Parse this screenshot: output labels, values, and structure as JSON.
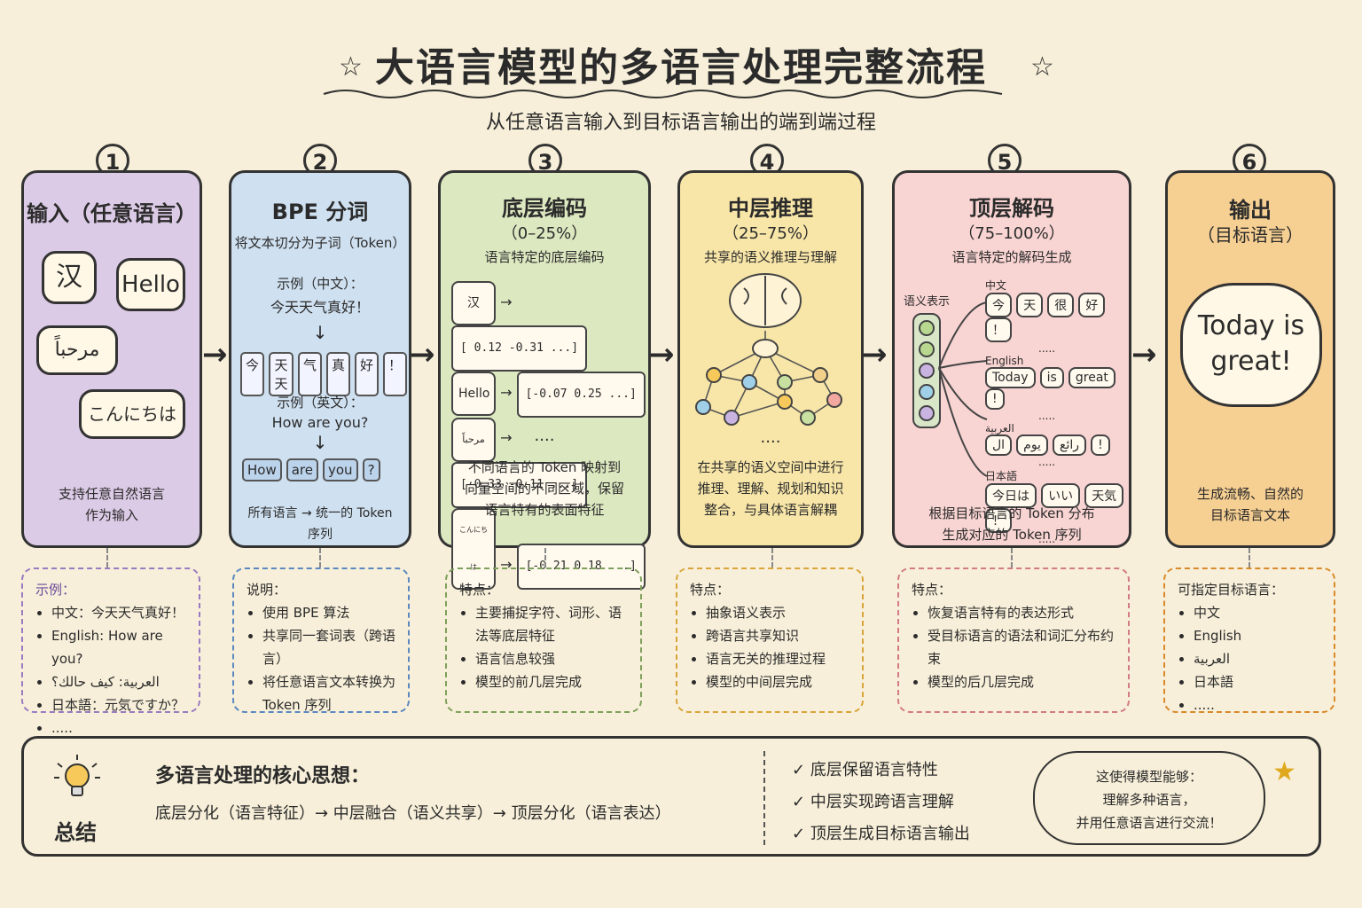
{
  "title": "大语言模型的多语言处理完整流程",
  "subtitle": "从任意语言输入到目标语言输出的端到端过程",
  "stages": [
    {
      "num": "1",
      "title": "输入（任意语言）",
      "bubbles": [
        "汉",
        "Hello",
        "مرحباً",
        "こんにちは"
      ],
      "desc1": "支持任意自然语言",
      "desc2": "作为输入",
      "color": "#dccbe6",
      "note_color": "#9a7bc0"
    },
    {
      "num": "2",
      "title": "BPE 分词",
      "sub": "将文本切分为子词（Token）",
      "example_cn_label": "示例（中文）：",
      "example_cn_text": "今天天气真好！",
      "tokens_cn": [
        "今",
        "天天",
        "气",
        "真",
        "好",
        "！"
      ],
      "example_en_label": "示例（英文）：",
      "example_en_text": "How are you?",
      "tokens_en": [
        "How",
        "are",
        "you",
        "?"
      ],
      "desc1": "所有语言 → 统一的 Token 序列",
      "color": "#cfe0f0",
      "note_color": "#5b88c0"
    },
    {
      "num": "3",
      "title": "底层编码",
      "range": "（0–25%）",
      "sub": "语言特定的底层编码",
      "rows": [
        {
          "token": "汉",
          "vec": "[ 0.12  -0.31  ...]"
        },
        {
          "token": "Hello",
          "vec": "[-0.07   0.25  ...]"
        },
        {
          "token": "مرحباً",
          "vec": "[ 0.33  -0.11  ...]"
        },
        {
          "token": "こんにちは",
          "vec": "[-0.21   0.18  ...]"
        }
      ],
      "dots": "....",
      "desc1": "不同语言的 Token 映射到",
      "desc2": "向量空间的不同区域，保留",
      "desc3": "语言特有的表面特征",
      "color": "#dce8c0",
      "note_color": "#7ea05a"
    },
    {
      "num": "4",
      "title": "中层推理",
      "range": "（25–75%）",
      "sub": "共享的语义推理与理解",
      "dots": "....",
      "desc1": "在共享的语义空间中进行",
      "desc2": "推理、理解、规划和知识",
      "desc3": "整合，与具体语言解耦",
      "color": "#f8e6a8",
      "note_color": "#d9a53a"
    },
    {
      "num": "5",
      "title": "顶层解码",
      "range": "（75–100%）",
      "sub": "语言特定的解码生成",
      "semantic_label": "语义表示",
      "outputs": [
        {
          "lang": "中文",
          "tokens": [
            "今",
            "天",
            "很",
            "好",
            "！"
          ]
        },
        {
          "lang": "English",
          "tokens": [
            "Today",
            "is",
            "great",
            "!"
          ]
        },
        {
          "lang": "العربية",
          "tokens": [
            "ال",
            "يوم",
            "رائع",
            "!"
          ]
        },
        {
          "lang": "日本語",
          "tokens": [
            "今日は",
            "いい",
            "天気",
            "！"
          ]
        }
      ],
      "dots": ".....",
      "desc1": "根据目标语言的 Token 分布",
      "desc2": "生成对应的 Token 序列",
      "color": "#f8d4d2",
      "note_color": "#d27a86"
    },
    {
      "num": "6",
      "title": "输出",
      "title2": "（目标语言）",
      "bubble_text": "Today is great!",
      "desc1": "生成流畅、自然的",
      "desc2": "目标语言文本",
      "color": "#f6cf92",
      "note_color": "#d98a2a"
    }
  ],
  "notes": [
    {
      "heading": "示例：",
      "items": [
        "中文：今天天气真好！",
        "English: How are you?",
        "العربية: كيف حالك؟",
        "日本語：元気ですか？",
        "....."
      ]
    },
    {
      "heading": "说明：",
      "items": [
        "使用 BPE 算法",
        "共享同一套词表（跨语言）",
        "将任意语言文本转换为 Token 序列"
      ]
    },
    {
      "heading": "特点：",
      "items": [
        "主要捕捉字符、词形、语法等底层特征",
        "语言信息较强",
        "模型的前几层完成"
      ]
    },
    {
      "heading": "特点：",
      "items": [
        "抽象语义表示",
        "跨语言共享知识",
        "语言无关的推理过程",
        "模型的中间层完成"
      ]
    },
    {
      "heading": "特点：",
      "items": [
        "恢复语言特有的表达形式",
        "受目标语言的语法和词汇分布约束",
        "模型的后几层完成"
      ]
    },
    {
      "heading": "可指定目标语言：",
      "items": [
        "中文",
        "English",
        "العربية",
        "日本語",
        "....."
      ]
    }
  ],
  "summary": {
    "label": "总结",
    "heading": "多语言处理的核心思想：",
    "flow": "底层分化（语言特征）→ 中层融合（语义共享）→ 顶层分化（语言表达）",
    "checks": [
      "底层保留语言特性",
      "中层实现跨语言理解",
      "顶层生成目标语言输出"
    ],
    "cloud1": "这使得模型能够：",
    "cloud2": "理解多种语言，",
    "cloud3": "并用任意语言进行交流！"
  }
}
